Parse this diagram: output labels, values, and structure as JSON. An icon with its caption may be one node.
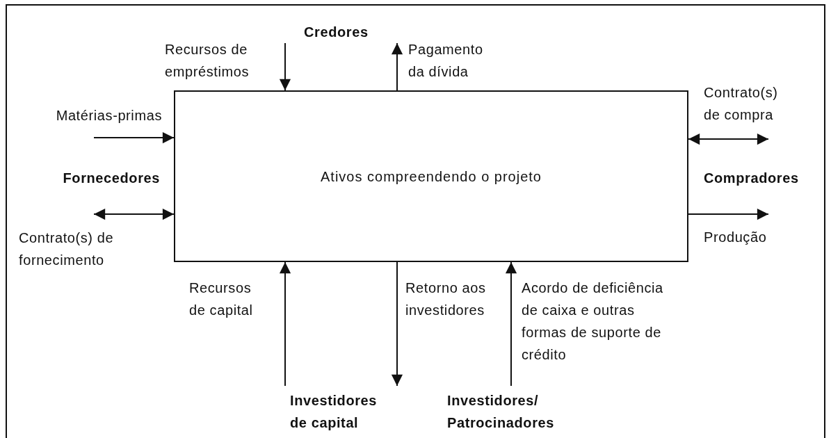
{
  "diagram": {
    "nodes": [
      {
        "text": [
          "Credores"
        ]
      },
      {
        "text": [
          "Ativos compreendendo o projeto"
        ]
      },
      {
        "text": [
          "Investidores de capital"
        ]
      },
      {
        "text": [
          "Investidores/ Patrocinadores"
        ]
      }
    ],
    "edges": [
      {
        "from": 0,
        "to": 1,
        "arrow": "to",
        "label": "Recursos de empréstimos"
      },
      {
        "from": 1,
        "to": 0,
        "arrow": "to",
        "label": "Pagamento da dívida"
      },
      {
        "from": null,
        "to": 1,
        "arrow": "to",
        "label": "Matérias-primas"
      },
      {
        "from": null,
        "to": 1,
        "arrow": "both",
        "label": "Contrato(s) de fornecimento"
      },
      {
        "from": 1,
        "to": null,
        "arrow": "both",
        "label": "Contrato(s) de compra"
      },
      {
        "from": 1,
        "to": null,
        "arrow": "to",
        "label": "Produção"
      },
      {
        "from": 2,
        "to": 1,
        "arrow": "to",
        "label": "Recursos de capital"
      },
      {
        "from": 1,
        "to": 2,
        "arrow": "to",
        "label": "Retorno aos investidores"
      },
      {
        "from": 3,
        "to": 1,
        "arrow": "to",
        "label": "Acordo de deficiência de caixa e outras formas de suporte de crédito"
      }
    ],
    "labels": [
      "Fornecedores",
      "Compradores"
    ]
  }
}
